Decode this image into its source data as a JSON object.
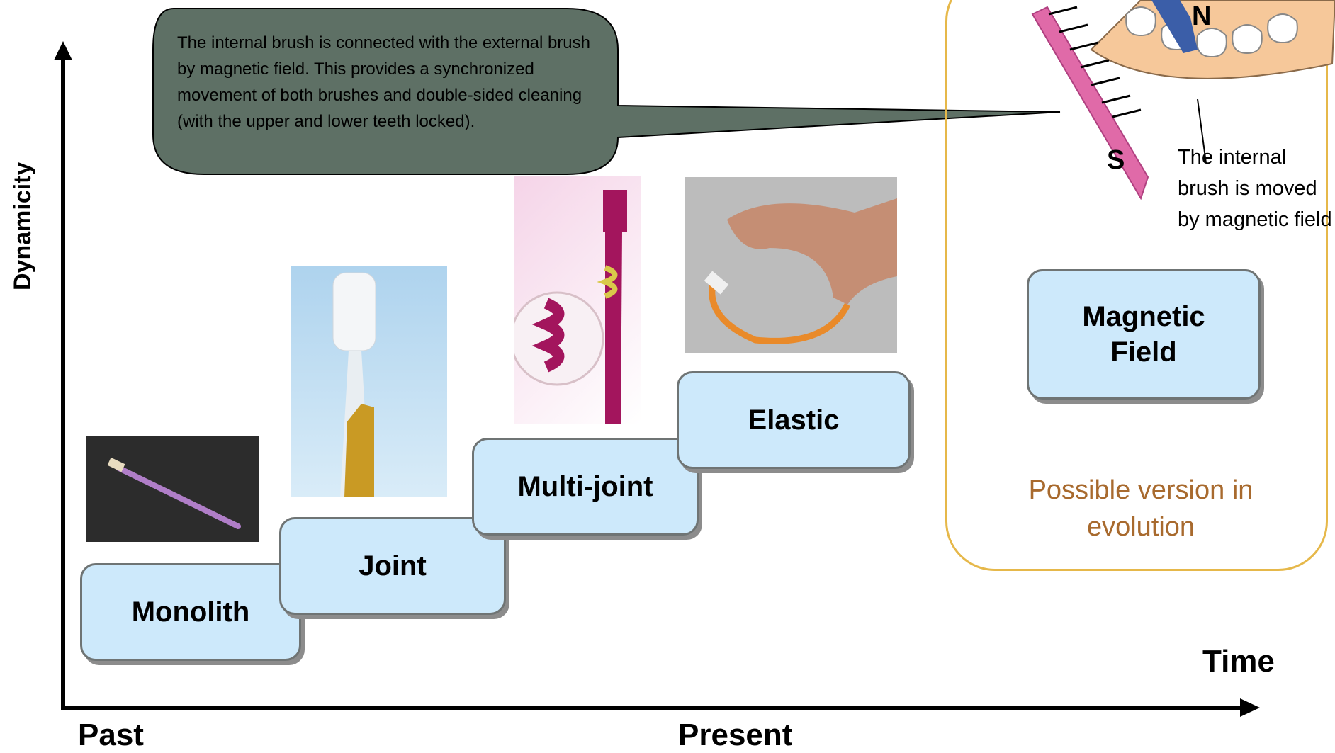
{
  "axes": {
    "y_label": "Dynamicity",
    "x_label": "Time",
    "x_start": "Past",
    "x_middle": "Present"
  },
  "steps": [
    {
      "label": "Monolith"
    },
    {
      "label": "Joint"
    },
    {
      "label": "Multi-joint"
    },
    {
      "label": "Elastic"
    }
  ],
  "future": {
    "step_label": "Magnetic Field",
    "caption": "Possible version in evolution",
    "magnet_caption": "The internal brush is moved by magnetic field",
    "pole_north": "N",
    "pole_south": "S"
  },
  "callout": {
    "text": "The internal brush is connected with the external brush by magnetic field. This provides a synchronized movement of both brushes and double-sided cleaning (with the upper and lower teeth locked)."
  },
  "colors": {
    "step_fill": "#cde9fb",
    "step_border": "#6f7474",
    "callout_fill": "#5e7065",
    "frame_border": "#e6b84a",
    "caption_color": "#a86a2e"
  },
  "icons": [
    "toothbrush-photo",
    "flexible-toothbrush-photo",
    "multi-joint-toothbrush-photo",
    "elastic-toothbrush-photo",
    "magnetic-toothbrush-illustration"
  ]
}
